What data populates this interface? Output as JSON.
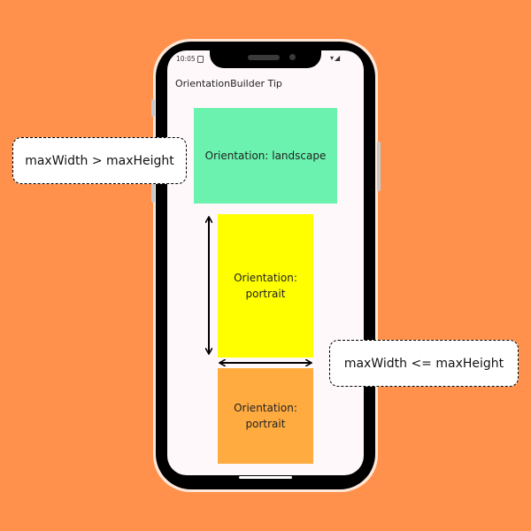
{
  "colors": {
    "background": "#FF914D",
    "landscape_box": "#6AF2AE",
    "portrait_box_1": "#FFFF00",
    "portrait_box_2": "#FFAB40"
  },
  "status_bar": {
    "time": "10:05"
  },
  "app": {
    "title": "OrientationBuilder Tip"
  },
  "boxes": {
    "landscape": "Orientation: landscape",
    "portrait_1": "Orientation:\nportrait",
    "portrait_2": "Orientation:\nportrait"
  },
  "callouts": {
    "landscape_rule": "maxWidth > maxHeight",
    "portrait_rule": "maxWidth <= maxHeight"
  },
  "icons": [
    "sim-card-icon",
    "wifi-icon",
    "signal-icon",
    "vertical-double-arrow-icon",
    "horizontal-double-arrow-icon"
  ]
}
